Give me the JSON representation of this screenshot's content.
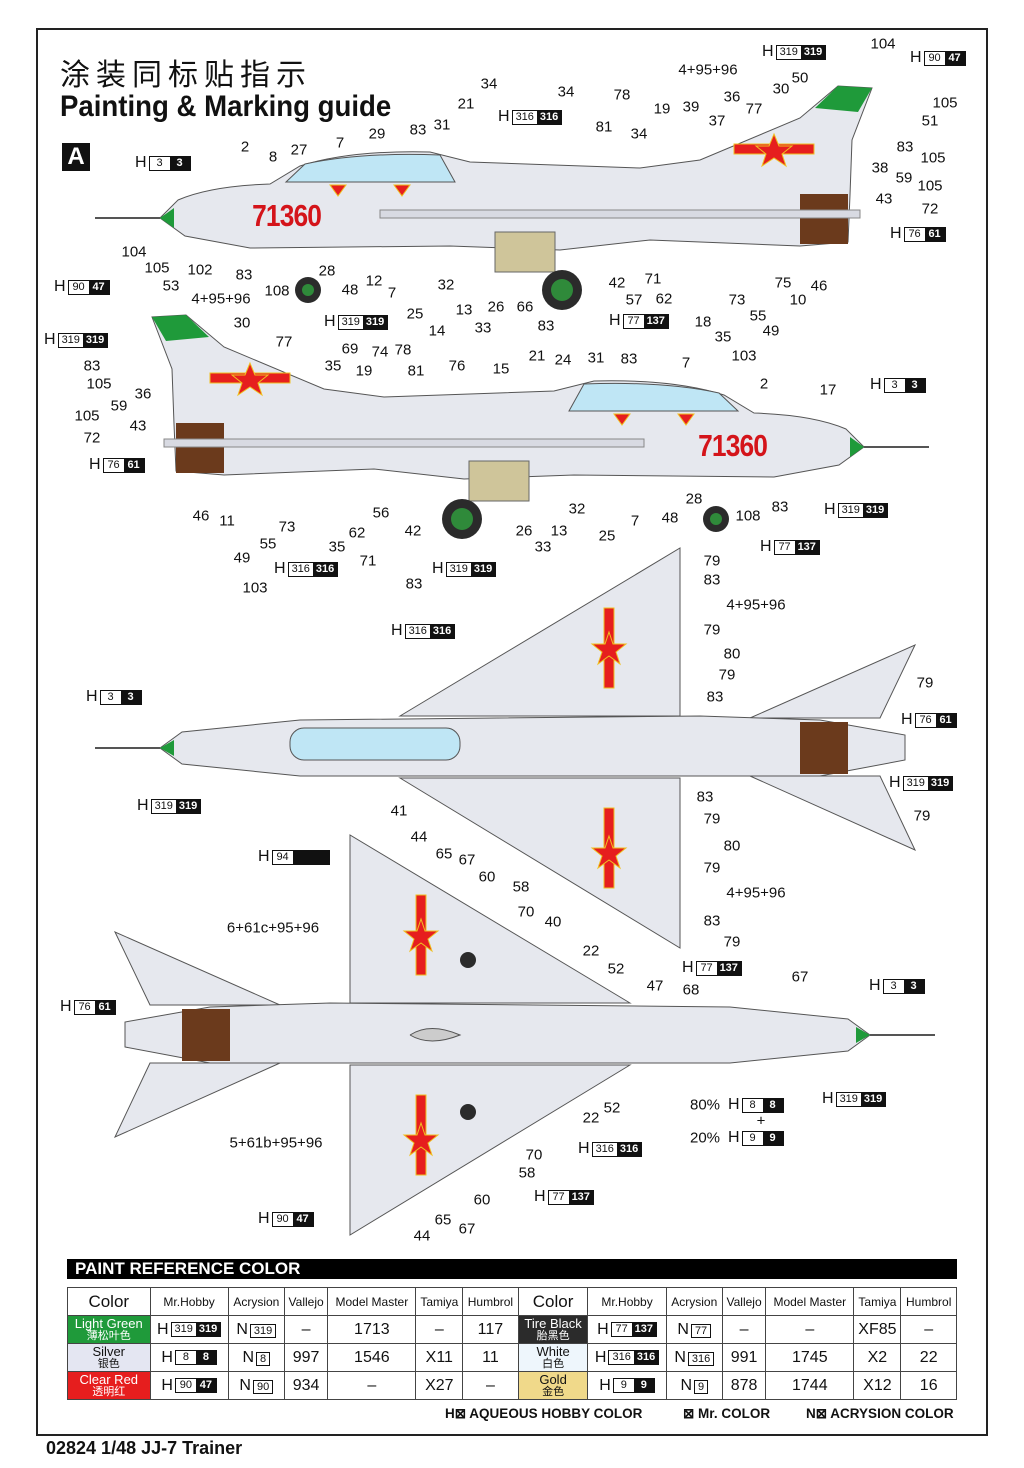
{
  "title_cn": "涂装同标贴指示",
  "title_en": "Painting & Marking guide",
  "scheme": "A",
  "serial": "71360",
  "colors": {
    "light_green": "#1f9a3a",
    "silver": "#e4e6f2",
    "clear_red": "#e61e1e",
    "tire_black": "#2b2b2b",
    "white": "#eef6fc",
    "gold": "#f0d98a",
    "canopy": "#bfe6f5",
    "exhaust": "#6b3a1c"
  },
  "callouts": [
    "104",
    "4+95+96",
    "50",
    "30",
    "34",
    "34",
    "78",
    "19",
    "39",
    "36",
    "77",
    "21",
    "105",
    "51",
    "83",
    "31",
    "81",
    "37",
    "34",
    "29",
    "27",
    "7",
    "2",
    "8",
    "83",
    "105",
    "38",
    "59",
    "105",
    "43",
    "72",
    "104",
    "105",
    "102",
    "83",
    "28",
    "108",
    "48",
    "12",
    "7",
    "32",
    "25",
    "14",
    "13",
    "33",
    "26",
    "66",
    "83",
    "42",
    "71",
    "57",
    "62",
    "18",
    "73",
    "35",
    "55",
    "49",
    "75",
    "10",
    "46",
    "103",
    "53",
    "4+95+96",
    "30",
    "77",
    "69",
    "74",
    "78",
    "35",
    "19",
    "81",
    "76",
    "21",
    "24",
    "31",
    "83",
    "15",
    "7",
    "2",
    "17",
    "83",
    "105",
    "36",
    "59",
    "105",
    "43",
    "72",
    "46",
    "11",
    "73",
    "49",
    "55",
    "35",
    "62",
    "71",
    "56",
    "42",
    "103",
    "83",
    "26",
    "13",
    "33",
    "32",
    "25",
    "7",
    "48",
    "28",
    "108",
    "83",
    "79",
    "83",
    "4+95+96",
    "79",
    "80",
    "79",
    "83",
    "79",
    "41",
    "83",
    "79",
    "80",
    "79",
    "4+95+96",
    "83",
    "79",
    "79",
    "44",
    "65",
    "67",
    "60",
    "58",
    "70",
    "40",
    "6+61c+95+96",
    "22",
    "52",
    "47",
    "68",
    "67",
    "80%",
    "+",
    "20%",
    "22",
    "52",
    "5+61b+95+96",
    "70",
    "58",
    "60",
    "65",
    "67",
    "44"
  ],
  "chips": [
    {
      "p": "H",
      "a": "319",
      "b": "319"
    },
    {
      "p": "H",
      "a": "90",
      "b": "47"
    },
    {
      "p": "H",
      "a": "316",
      "b": "316"
    },
    {
      "p": "H",
      "a": "3",
      "b": "3"
    },
    {
      "p": "H",
      "a": "76",
      "b": "61"
    },
    {
      "p": "H",
      "a": "90",
      "b": "47"
    },
    {
      "p": "H",
      "a": "319",
      "b": "319"
    },
    {
      "p": "H",
      "a": "77",
      "b": "137"
    },
    {
      "p": "H",
      "a": "319",
      "b": "319"
    },
    {
      "p": "H",
      "a": "3",
      "b": "3"
    },
    {
      "p": "H",
      "a": "76",
      "b": "61"
    },
    {
      "p": "H",
      "a": "316",
      "b": "316"
    },
    {
      "p": "H",
      "a": "319",
      "b": "319"
    },
    {
      "p": "H",
      "a": "319",
      "b": "319"
    },
    {
      "p": "H",
      "a": "77",
      "b": "137"
    },
    {
      "p": "H",
      "a": "316",
      "b": "316"
    },
    {
      "p": "H",
      "a": "3",
      "b": "3"
    },
    {
      "p": "H",
      "a": "76",
      "b": "61"
    },
    {
      "p": "H",
      "a": "319",
      "b": "319"
    },
    {
      "p": "H",
      "a": "319",
      "b": "319"
    },
    {
      "p": "H",
      "a": "94",
      "b": ""
    },
    {
      "p": "H",
      "a": "77",
      "b": "137"
    },
    {
      "p": "H",
      "a": "3",
      "b": "3"
    },
    {
      "p": "H",
      "a": "76",
      "b": "61"
    },
    {
      "p": "H",
      "a": "319",
      "b": "319"
    },
    {
      "p": "H",
      "a": "8",
      "b": "8"
    },
    {
      "p": "H",
      "a": "9",
      "b": "9"
    },
    {
      "p": "H",
      "a": "316",
      "b": "316"
    },
    {
      "p": "H",
      "a": "77",
      "b": "137"
    },
    {
      "p": "H",
      "a": "90",
      "b": "47"
    }
  ],
  "paint_table": {
    "title": "PAINT  REFERENCE COLOR",
    "headers": [
      "Color",
      "Mr.Hobby",
      "Acrysion",
      "Vallejo",
      "Model Master",
      "Tamiya",
      "Humbrol"
    ],
    "rows": [
      [
        {
          "en": "Light Green",
          "cn": "薄松叶色",
          "key": "light_green",
          "fg": "#fff"
        },
        {
          "a": "319",
          "b": "319"
        },
        "319",
        "–",
        "1713",
        "–",
        "117",
        {
          "en": "Tire Black",
          "cn": "胎黑色",
          "key": "tire_black",
          "fg": "#fff"
        },
        {
          "a": "77",
          "b": "137"
        },
        "77",
        "–",
        "–",
        "XF85",
        "–"
      ],
      [
        {
          "en": "Silver",
          "cn": "银色",
          "key": "silver",
          "fg": "#111"
        },
        {
          "a": "8",
          "b": "8"
        },
        "8",
        "997",
        "1546",
        "X11",
        "11",
        {
          "en": "White",
          "cn": "白色",
          "key": "white",
          "fg": "#111"
        },
        {
          "a": "316",
          "b": "316"
        },
        "316",
        "991",
        "1745",
        "X2",
        "22"
      ],
      [
        {
          "en": "Clear Red",
          "cn": "透明红",
          "key": "clear_red",
          "fg": "#fff"
        },
        {
          "a": "90",
          "b": "47"
        },
        "90",
        "934",
        "–",
        "X27",
        "–",
        {
          "en": "Gold",
          "cn": "金色",
          "key": "gold",
          "fg": "#111"
        },
        {
          "a": "9",
          "b": "9"
        },
        "9",
        "878",
        "1744",
        "X12",
        "16"
      ]
    ]
  },
  "legend": {
    "h": "H⊠ AQUEOUS HOBBY COLOR",
    "mr": "⊠ Mr. COLOR",
    "n": "N⊠ ACRYSION COLOR"
  },
  "footer": "02824 1/48 JJ-7 Trainer"
}
